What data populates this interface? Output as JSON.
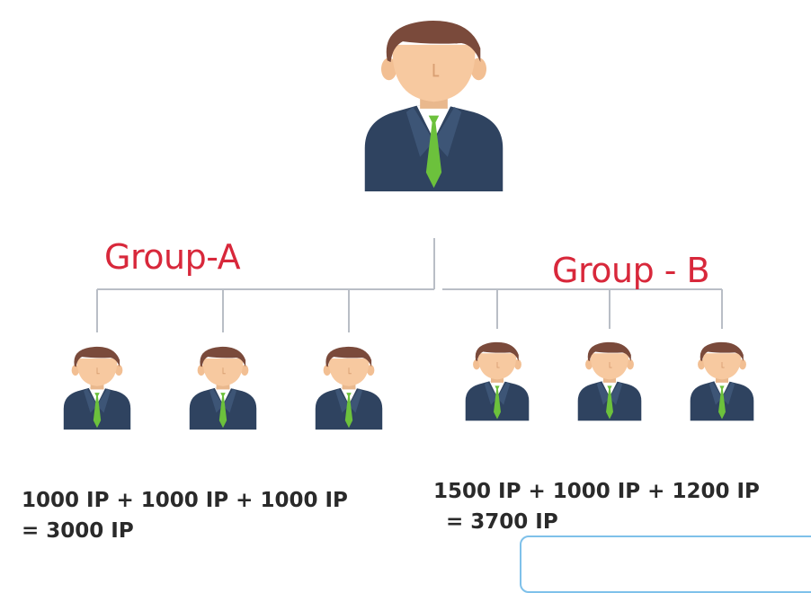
{
  "groups": {
    "a": {
      "label": "Group-A",
      "formula_line1": "1000 IP + 1000 IP + 1000 IP",
      "formula_line2": "= 3000 IP"
    },
    "b": {
      "label": "Group - B",
      "formula_line1": "1500 IP + 1000 IP + 1200 IP",
      "formula_line2": "= 3700 IP"
    }
  },
  "icons": {
    "person": "person-icon"
  },
  "colors": {
    "label_red": "#d8283b",
    "line_gray": "#b9bec6",
    "suit_navy": "#2f4360",
    "tie_green": "#6cc13c",
    "skin": "#f7c9a0",
    "hair": "#7a4a3b",
    "callout_border": "#7fc1ea"
  }
}
